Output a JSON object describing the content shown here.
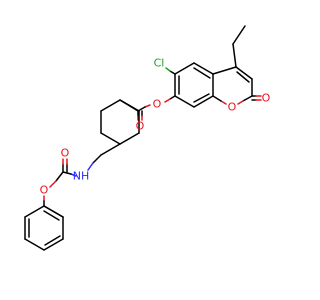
{
  "colors": {
    "bond": "#000000",
    "oxygen": "#e8141b",
    "nitrogen": "#2a2aff",
    "chlorine": "#1fa31f",
    "background": "#ffffff"
  },
  "atoms": {
    "cl": "Cl",
    "o_ester_link": "O",
    "o_ring": "O",
    "o_lactone_carbonyl": "O",
    "o_ester_carbonyl": "O",
    "nh": "NH",
    "o_carbamate_carbonyl": "O",
    "o_carbamate_ether": "O"
  }
}
